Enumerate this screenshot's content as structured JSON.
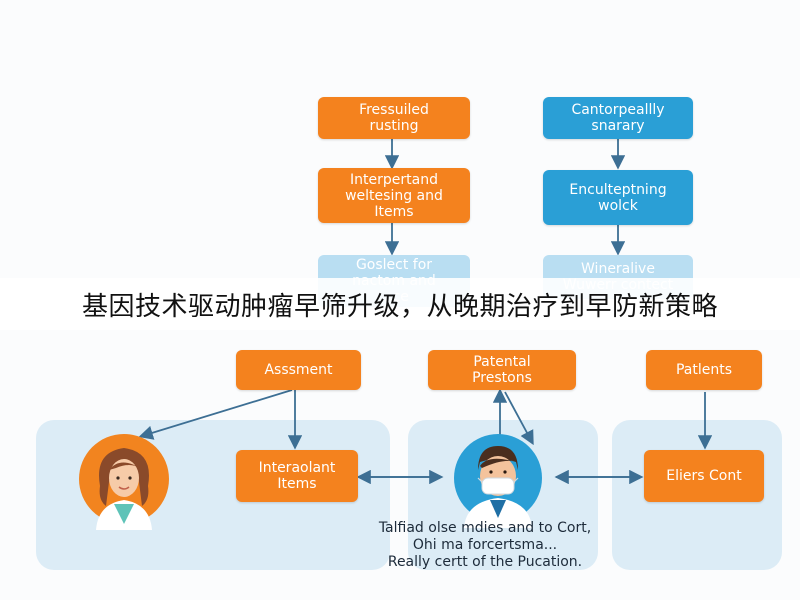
{
  "colors": {
    "orange": "#f4821e",
    "blue": "#2a9fd6",
    "pale_blue": "#b9def2",
    "panel": "#dcecf6",
    "arrow": "#3d6f94"
  },
  "left_column": {
    "box1": "Fressuiled\nrusting",
    "box2": "Interpertand\nweltesing and\nItems",
    "box3": "Goslect for\nnactom and\n...ce"
  },
  "right_column": {
    "box1": "Cantorpeallly\nsnarary",
    "box2": "Enculteptning\nwolck",
    "box3": "Wineralive\nWuwerr contect"
  },
  "overlay_title": "基因技术驱动肿瘤早筛升级，从晚期治疗到早防新策略",
  "row_boxes": {
    "assessment": "Asssment",
    "patental": "Patental\nPrestons",
    "patients": "Patlents"
  },
  "bottom_boxes": {
    "interaction": "Interaolant\nItems",
    "client": "Eliers Cont"
  },
  "caption": "Talfiad olse mdies and to Cort,\nOhi ma forcertsma...\nReally certt of the Pucation.",
  "icons": {
    "female_doctor": "female-doctor-avatar",
    "male_doctor": "male-doctor-masked-avatar"
  }
}
